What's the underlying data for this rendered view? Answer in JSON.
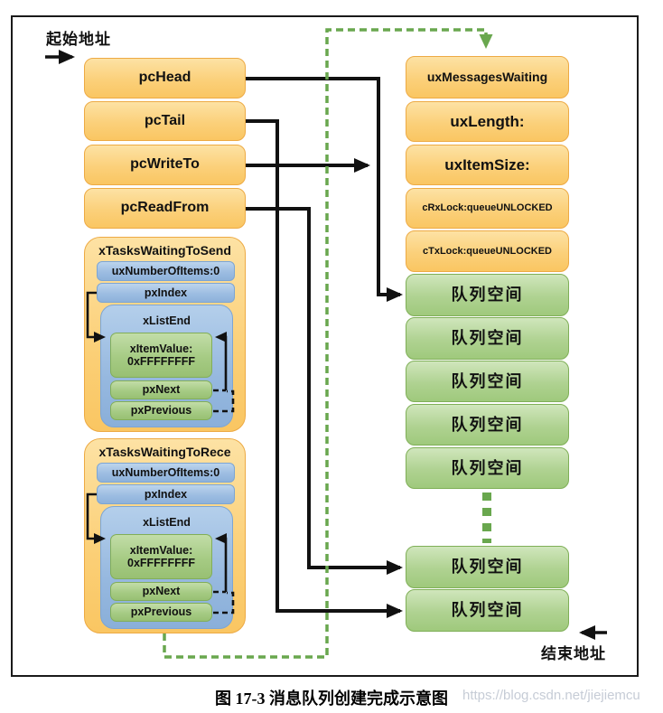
{
  "figure": {
    "caption": "图 17-3 消息队列创建完成示意图",
    "watermark": "https://blog.csdn.net/jiejiemcu"
  },
  "annotations": {
    "start_address": "起始地址",
    "end_address": "结束地址"
  },
  "queue": {
    "left_fields": [
      "pcHead",
      "pcTail",
      "pcWriteTo",
      "pcReadFrom"
    ],
    "right_fields": [
      "uxMessagesWaiting",
      "uxLength:",
      "uxItemSize:",
      "cRxLock:queueUNLOCKED",
      "cTxLock:queueUNLOCKED"
    ],
    "slot_label": "队列空间"
  },
  "wait_lists": [
    {
      "title": "xTasksWaitingToSend",
      "num_items": "uxNumberOfItems:0",
      "px_index": "pxIndex",
      "list_end": "xListEnd",
      "item_value_line1": "xItemValue:",
      "item_value_line2": "0xFFFFFFFF",
      "px_next": "pxNext",
      "px_previous": "pxPrevious"
    },
    {
      "title": "xTasksWaitingToRece",
      "num_items": "uxNumberOfItems:0",
      "px_index": "pxIndex",
      "list_end": "xListEnd",
      "item_value_line1": "xItemValue:",
      "item_value_line2": "0xFFFFFFFF",
      "px_next": "pxNext",
      "px_previous": "pxPrevious"
    }
  ],
  "colors": {
    "orange_border": "#EDAA44",
    "blue_border": "#7CA5D4",
    "green_border": "#82AE58",
    "dash_green": "#69A74E",
    "line_black": "#111111"
  }
}
